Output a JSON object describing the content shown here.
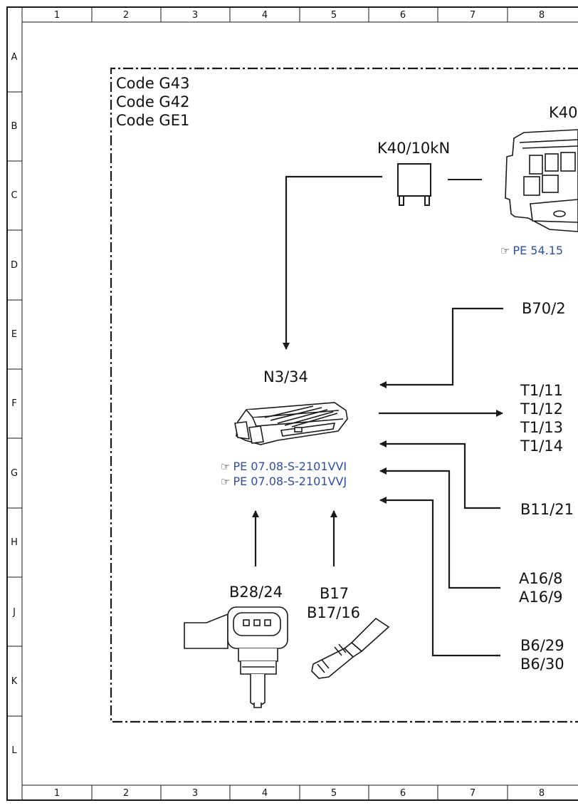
{
  "grid": {
    "columns": [
      "1",
      "2",
      "3",
      "4",
      "5",
      "6",
      "7",
      "8"
    ],
    "rows": [
      "A",
      "B",
      "C",
      "D",
      "E",
      "F",
      "G",
      "H",
      "J",
      "K",
      "L"
    ]
  },
  "codes": [
    "Code G43",
    "Code G42",
    "Code GE1"
  ],
  "components": {
    "k40_10kn": "K40/10kN",
    "k40_partial": "K40",
    "n3_34": "N3/34",
    "b28_24": "B28/24",
    "b17": "B17",
    "b17_16": "B17/16",
    "b70_2": "B70/2",
    "t1": [
      "T1/11",
      "T1/12",
      "T1/13",
      "T1/14"
    ],
    "b11_21": "B11/21",
    "a16": [
      "A16/8",
      "A16/9"
    ],
    "b6": [
      "B6/29",
      "B6/30"
    ]
  },
  "references": {
    "k40": "PE 54.15",
    "n3_34": [
      "PE 07.08-S-2101VVI",
      "PE 07.08-S-2101VVJ"
    ]
  },
  "colors": {
    "line": "#1a1a1a",
    "reference": "#2f4fa2"
  }
}
